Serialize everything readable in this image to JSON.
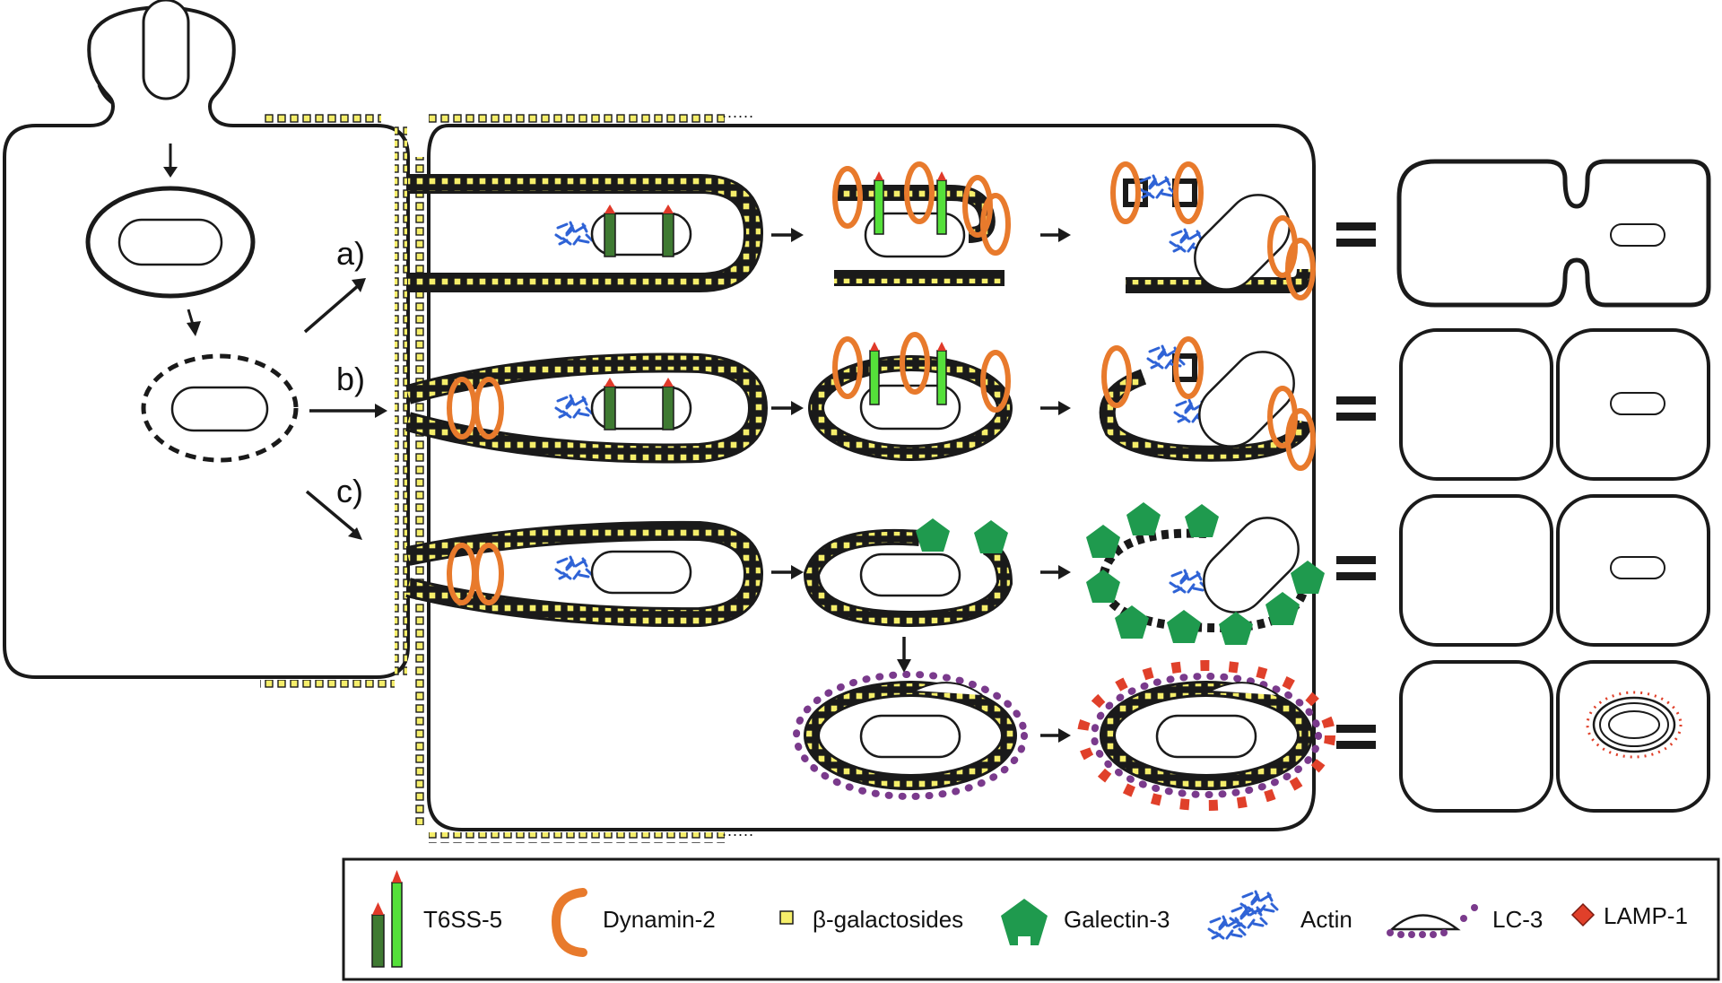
{
  "pathways": [
    {
      "id": "a",
      "label": "a)"
    },
    {
      "id": "b",
      "label": "b)"
    },
    {
      "id": "c",
      "label": "c)"
    }
  ],
  "legend": {
    "items": [
      {
        "id": "t6ss5",
        "label": "T6SS-5"
      },
      {
        "id": "dynamin2",
        "label": "Dynamin-2"
      },
      {
        "id": "bgal",
        "label": "β-galactosides"
      },
      {
        "id": "galectin3",
        "label": "Galectin-3"
      },
      {
        "id": "actin",
        "label": "Actin"
      },
      {
        "id": "lc3",
        "label": "LC-3"
      },
      {
        "id": "lamp1",
        "label": "LAMP-1"
      }
    ]
  },
  "colors": {
    "outline": "#1a1a1a",
    "beta_galactoside": "#f5ee6a",
    "dynamin": "#e87a2c",
    "galectin": "#1f9a4e",
    "actin": "#2f63d6",
    "t6ss_dark": "#3f7a32",
    "t6ss_light": "#55e03a",
    "t6ss_tip": "#e03a2a",
    "lc3": "#7a3a8c",
    "lamp": "#e0402a"
  }
}
